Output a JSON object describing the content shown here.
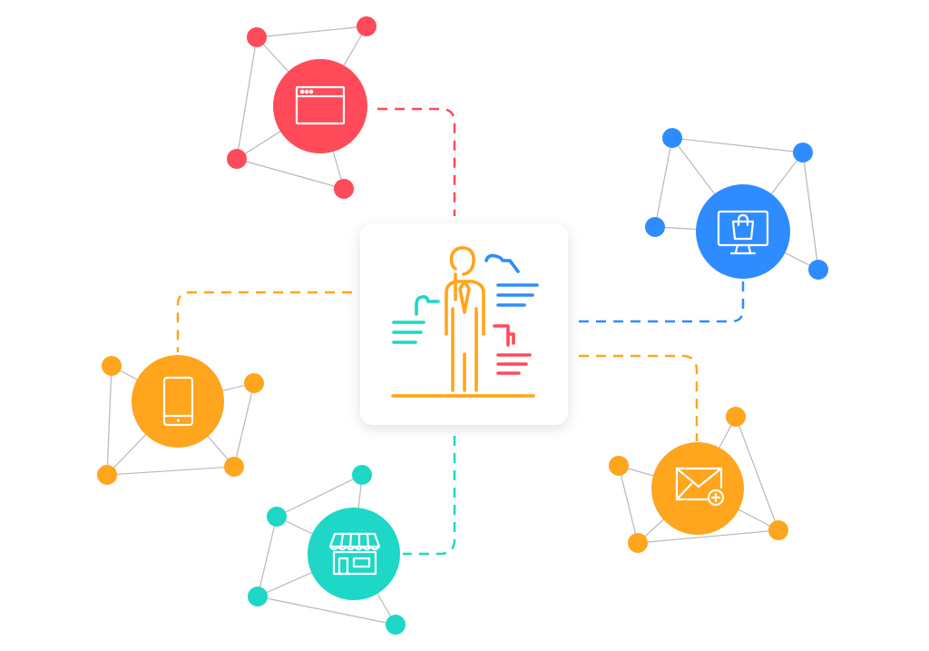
{
  "colors": {
    "red": "#ff4a5a",
    "blue": "#2e8cff",
    "orange": "#ffa51e",
    "teal": "#1ed7c6",
    "mesh_line": "#b8b8b8",
    "card_bg": "#ffffff"
  },
  "center": {
    "icon": "customer-person-icon",
    "accents": {
      "figure": "orange",
      "left_bubble": "teal",
      "top_right_bubble": "blue",
      "bottom_right_bubble": "red"
    }
  },
  "nodes": [
    {
      "id": "web",
      "icon": "browser-window-icon",
      "color": "red"
    },
    {
      "id": "ecommerce",
      "icon": "shopping-bag-monitor-icon",
      "color": "blue"
    },
    {
      "id": "mobile",
      "icon": "smartphone-icon",
      "color": "orange"
    },
    {
      "id": "email",
      "icon": "email-add-icon",
      "color": "orange"
    },
    {
      "id": "store",
      "icon": "storefront-icon",
      "color": "teal"
    }
  ]
}
